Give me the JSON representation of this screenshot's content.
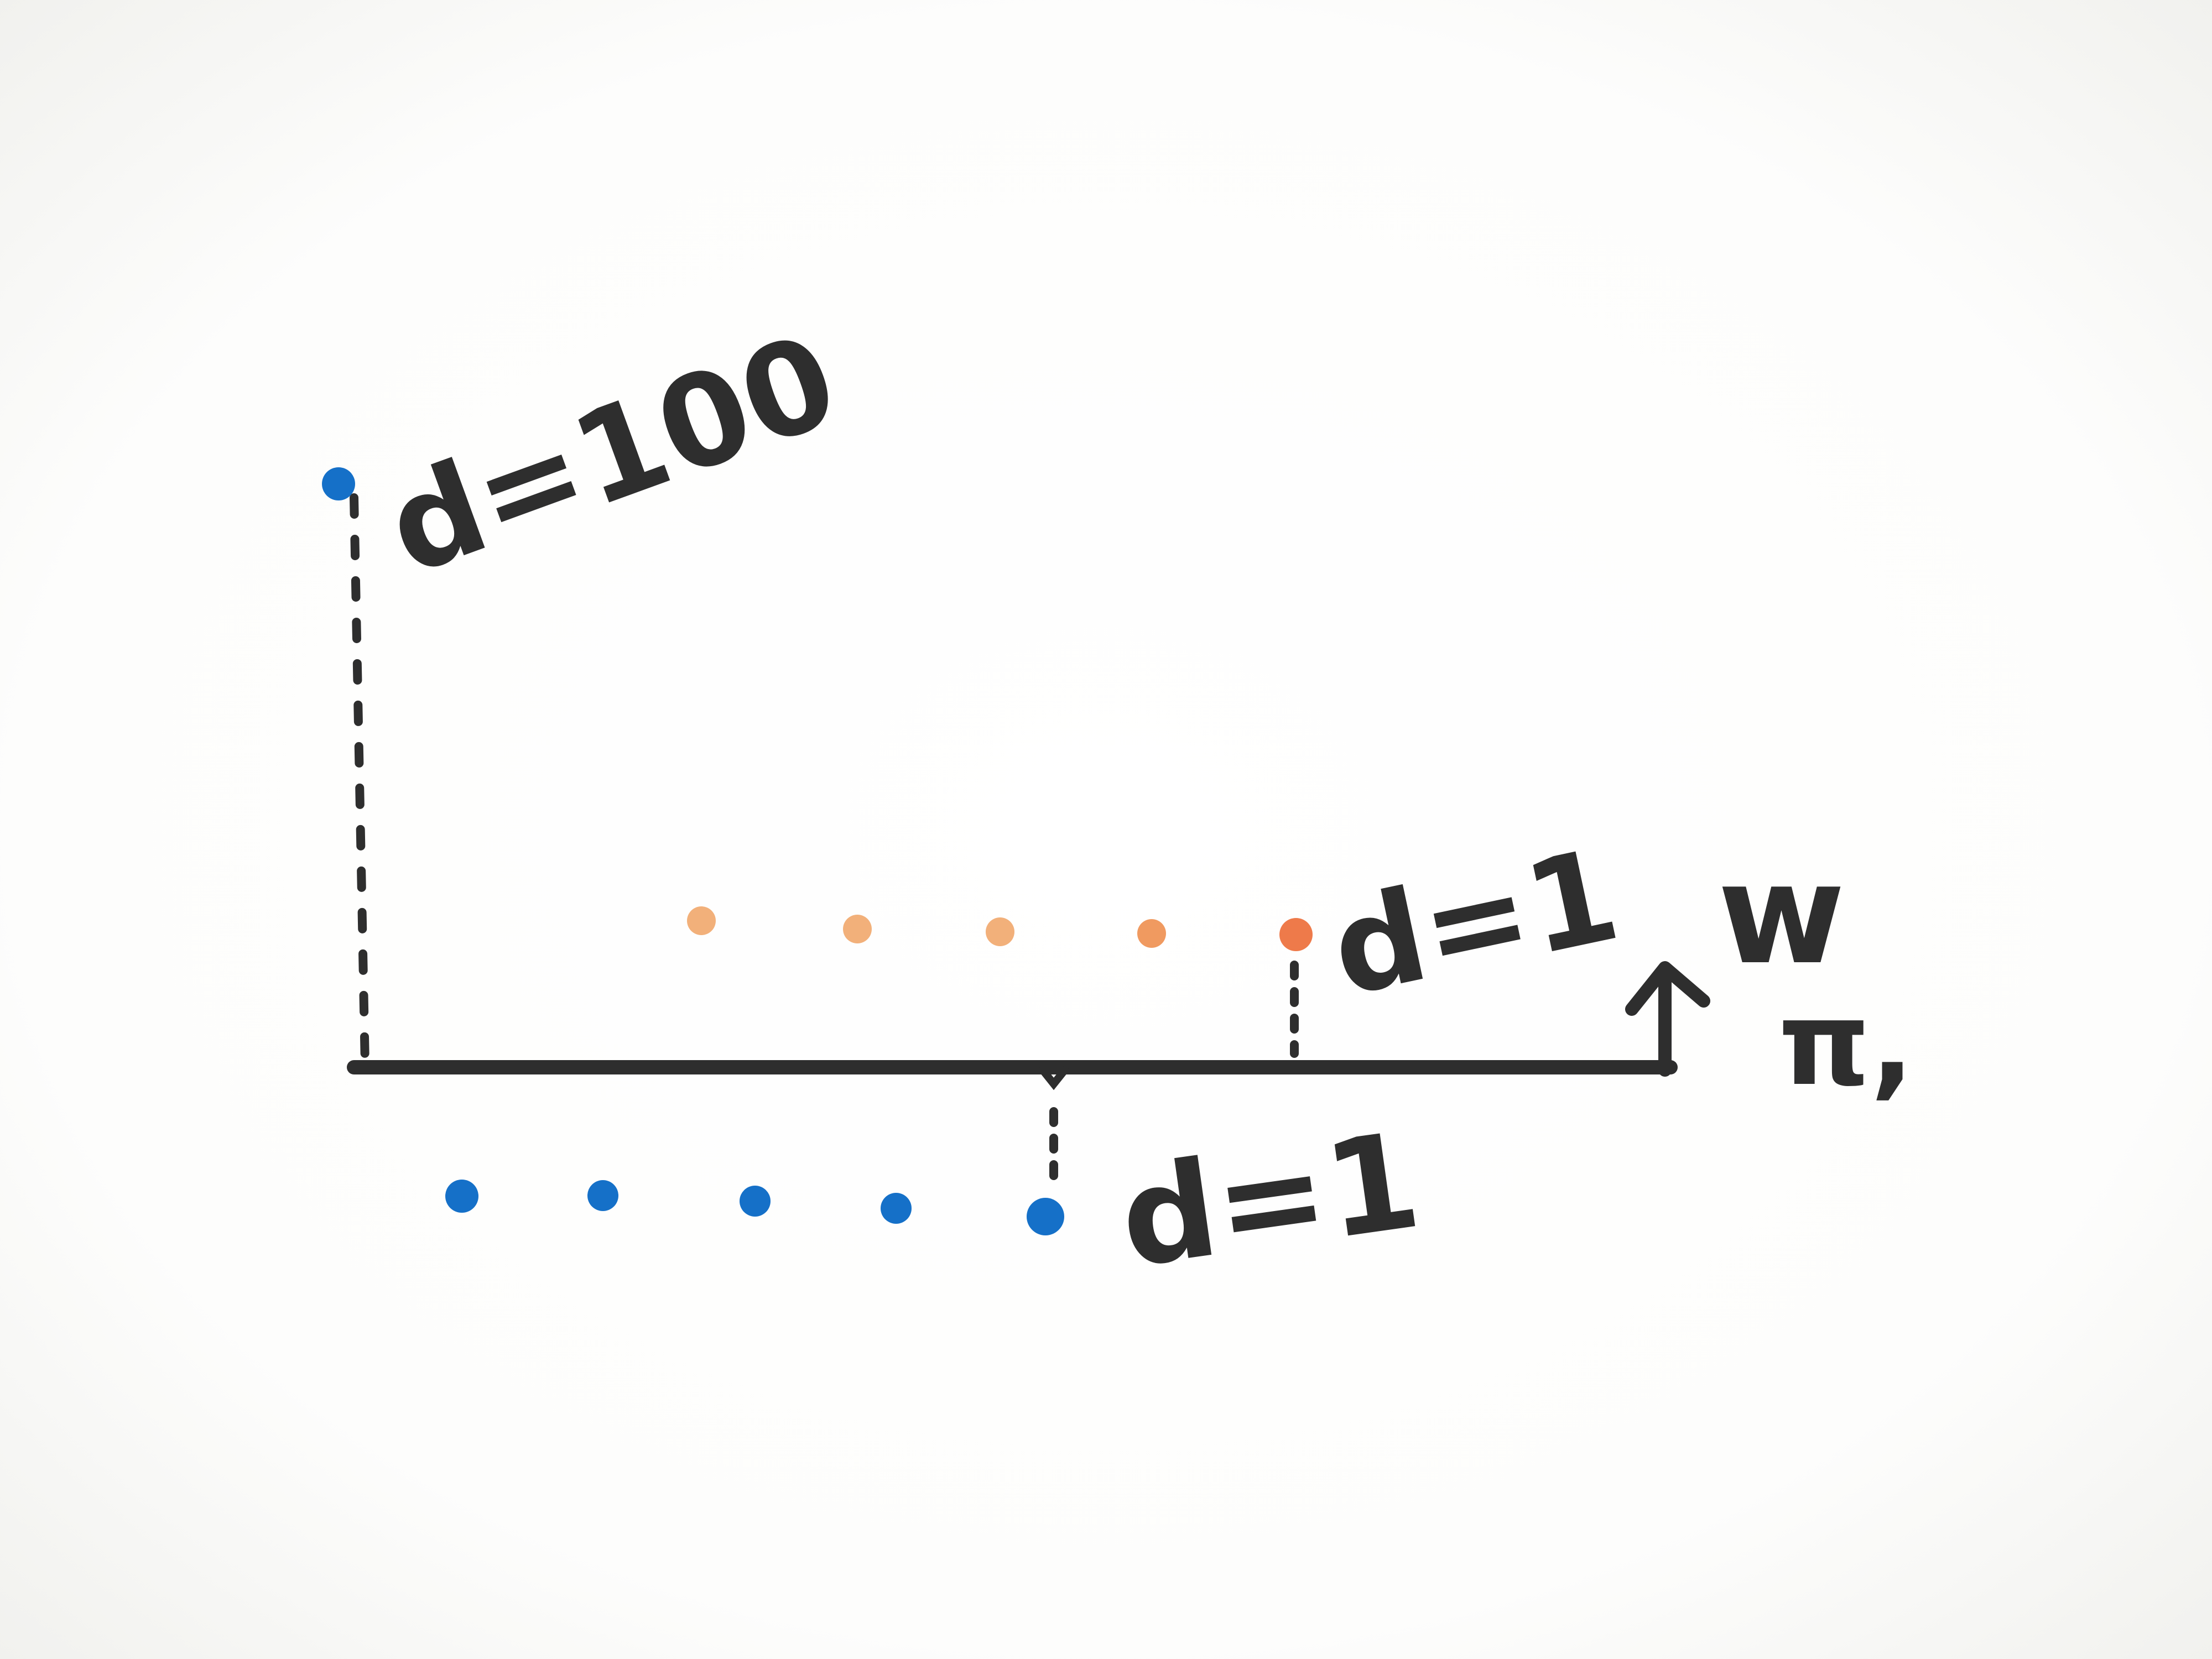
{
  "colors": {
    "ink": "#2e2e2e",
    "blue": "#1570c8",
    "orange": "#ee7a4a",
    "orange_light": "#f2b07a"
  },
  "labels": {
    "d_100": "d=100",
    "d_1_orange": "d=1",
    "d_1_blue": "d=1",
    "w": "w",
    "pi": "π,"
  },
  "legend_semantics": {
    "blue_points": "blue",
    "orange_points": "orange"
  }
}
